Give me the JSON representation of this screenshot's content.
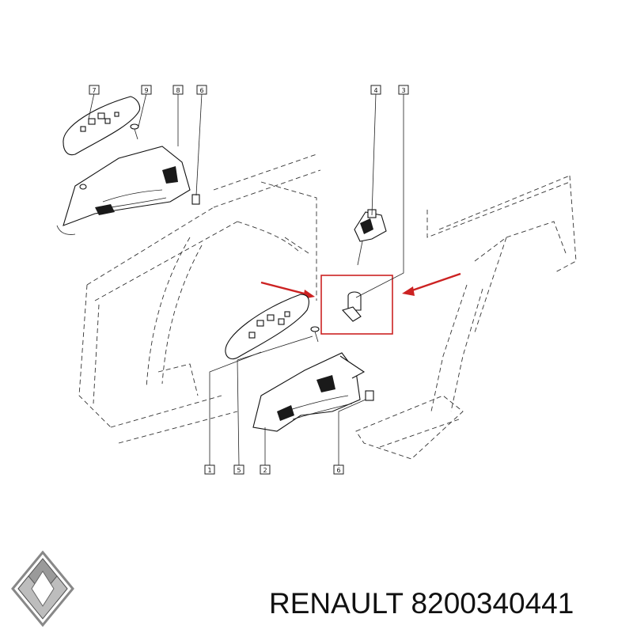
{
  "callouts": [
    {
      "id": "c7",
      "label": "7"
    },
    {
      "id": "c9",
      "label": "9"
    },
    {
      "id": "c8",
      "label": "8"
    },
    {
      "id": "c6a",
      "label": "6"
    },
    {
      "id": "c4",
      "label": "4"
    },
    {
      "id": "c3",
      "label": "3"
    },
    {
      "id": "c1",
      "label": "1"
    },
    {
      "id": "c5",
      "label": "5"
    },
    {
      "id": "c2",
      "label": "2"
    },
    {
      "id": "c6b",
      "label": "6"
    }
  ],
  "highlight_color": "#cc2222",
  "footer": {
    "brand_part": "RENAULT 8200340441"
  },
  "logo": {
    "icon": "renault-diamond-logo"
  }
}
